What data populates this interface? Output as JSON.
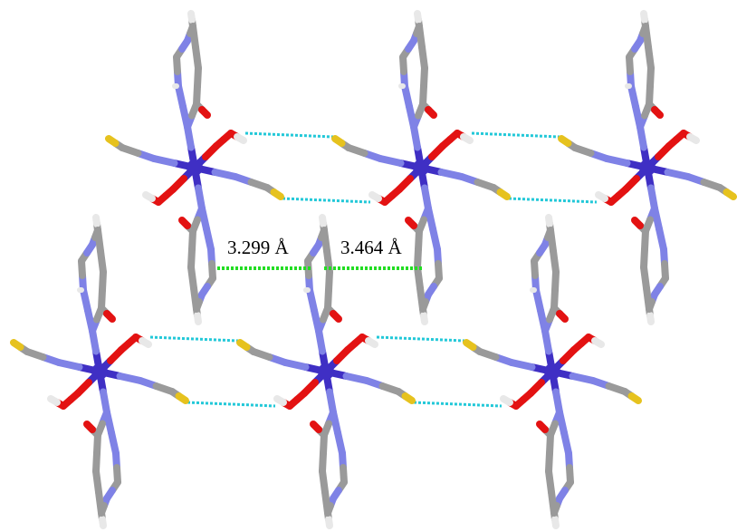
{
  "figure": {
    "measurements": [
      {
        "id": "d1",
        "label": "3.299 Å"
      },
      {
        "id": "d2",
        "label": "3.464 Å"
      }
    ]
  },
  "colors": {
    "background": "#ffffff",
    "metal_center": "#3f2fc4",
    "nitrogen": "#7f82e6",
    "carbon": "#9a9a9a",
    "oxygen": "#e31212",
    "sulfur": "#e6c21e",
    "hydrogen": "#e8e8e8",
    "hydrogen_bond": "#22c8d8",
    "stacking_contact": "#22dd22"
  }
}
